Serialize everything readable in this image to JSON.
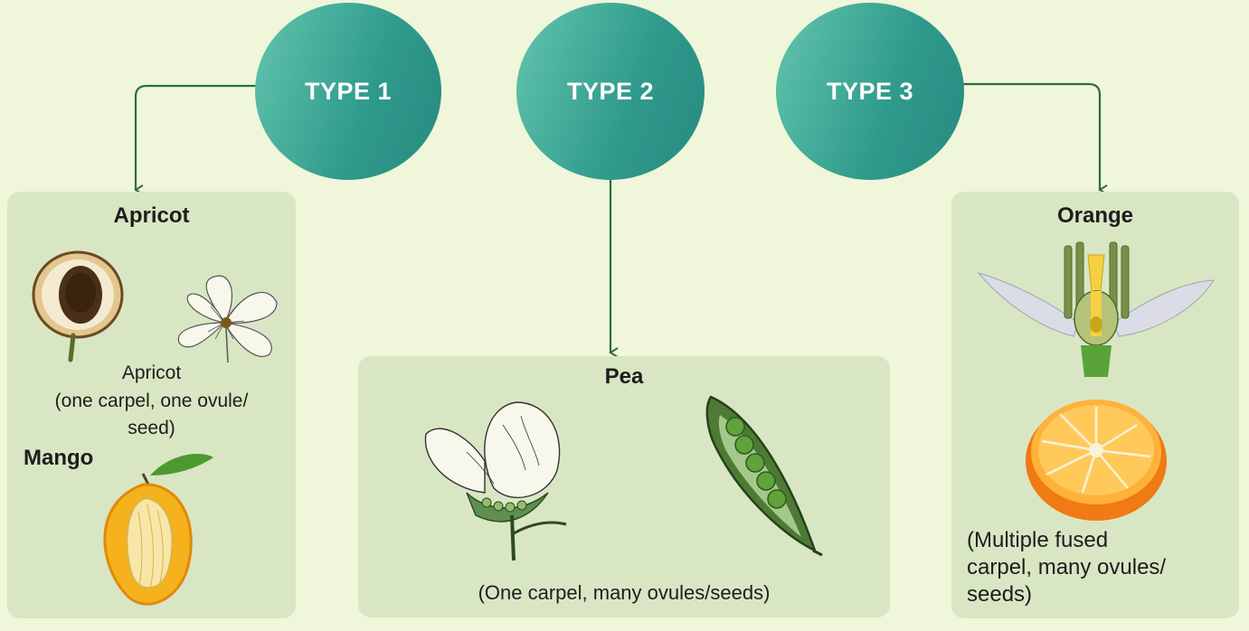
{
  "types": [
    {
      "label": "TYPE 1"
    },
    {
      "label": "TYPE 2"
    },
    {
      "label": "TYPE 3"
    }
  ],
  "panels": {
    "type1": {
      "title": "Apricot",
      "caption_line1": "Apricot",
      "caption_line2": "(one carpel, one ovule/",
      "caption_line3": "seed)",
      "subtitle": "Mango"
    },
    "type2": {
      "title": "Pea",
      "caption": "(One carpel, many ovules/seeds)"
    },
    "type3": {
      "title": "Orange",
      "caption_line1": "(Multiple fused",
      "caption_line2": "carpel, many ovules/",
      "caption_line3": "seeds)"
    }
  },
  "colors": {
    "background": "#eff6d9",
    "panel": "#d9e6c4",
    "circle": "#3aa694",
    "connector": "#2d6b4a"
  }
}
